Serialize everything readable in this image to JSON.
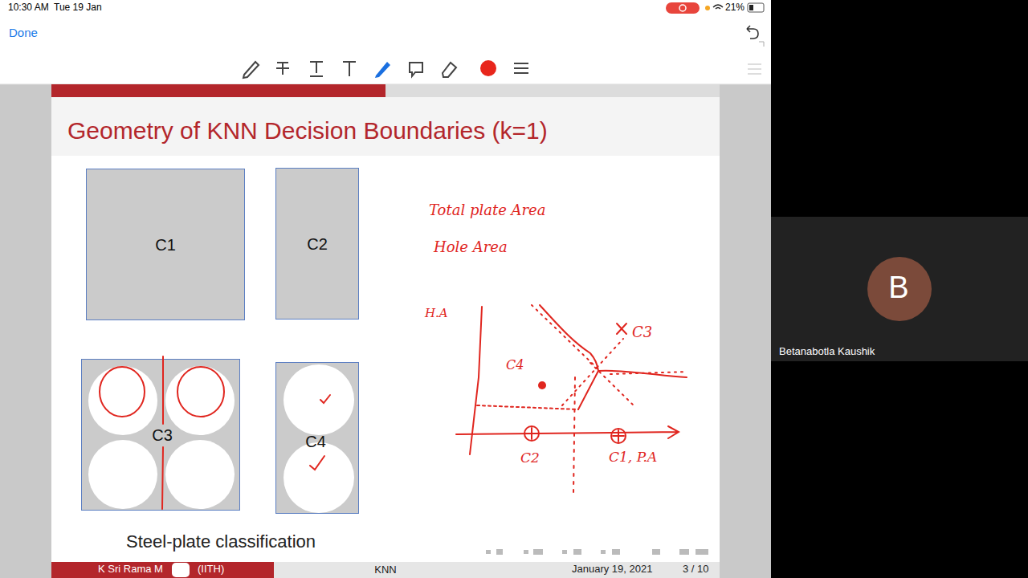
{
  "diagram": {
    "title": "Geometry of KNN Decision Boundaries (k=1)",
    "caption": "Steel-plate classification",
    "nodes": [
      {
        "text": [
          "C1"
        ]
      },
      {
        "text": [
          "C2"
        ]
      },
      {
        "text": [
          "C3"
        ]
      },
      {
        "text": [
          "C4"
        ]
      },
      {
        "text": [
          "B"
        ]
      }
    ],
    "labels": [
      "10:30 AM",
      "Tue 19 Jan",
      "21%",
      "Done",
      "Total plate Area",
      "Hole Area",
      "H.A",
      "C4",
      "C3",
      "C2",
      "C1, P.A",
      "K Sri Rama M",
      "(IITH)",
      "KNN",
      "January 19, 2021",
      "3 / 10",
      "Betanabotla Kaushik"
    ]
  }
}
